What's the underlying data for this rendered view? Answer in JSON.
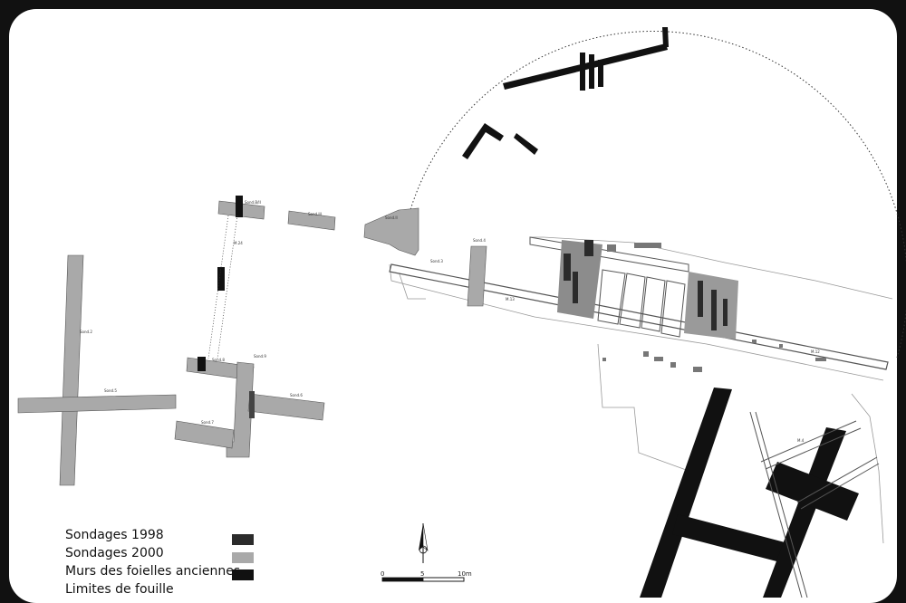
{
  "legend": {
    "items": [
      {
        "label": "Sondages 1998",
        "color": "#2b2b2b"
      },
      {
        "label": "Sondages 2000",
        "color": "#a9a9a9"
      },
      {
        "label": "Murs des foielles anciennes",
        "color": "#111111"
      },
      {
        "label": "Limites de fouille",
        "color": "#555555"
      }
    ]
  },
  "scale": {
    "ticks": [
      "0",
      "5",
      "10m"
    ]
  },
  "plan_labels": {
    "sond_a": "Sond.B/II",
    "sond_b": "Sond.III",
    "sond_c": "Sond.II",
    "sond_d": "Sond.4",
    "sond_e": "Sond.2",
    "sond_f": "Sond.5",
    "sond_g": "Sond.8",
    "sond_h": "Sond.9",
    "sond_i": "Sond.6",
    "sond_j": "Sond.7",
    "sond_k": "Sond.3",
    "wall_1": "M.24",
    "wall_2": "M.13",
    "wall_3": "M.12",
    "wall_4": "M.4"
  },
  "colors": {
    "sondage_1998": "#2b2b2b",
    "sondage_2000": "#a9a9a9",
    "old_walls": "#111111",
    "frame": "#111111"
  }
}
